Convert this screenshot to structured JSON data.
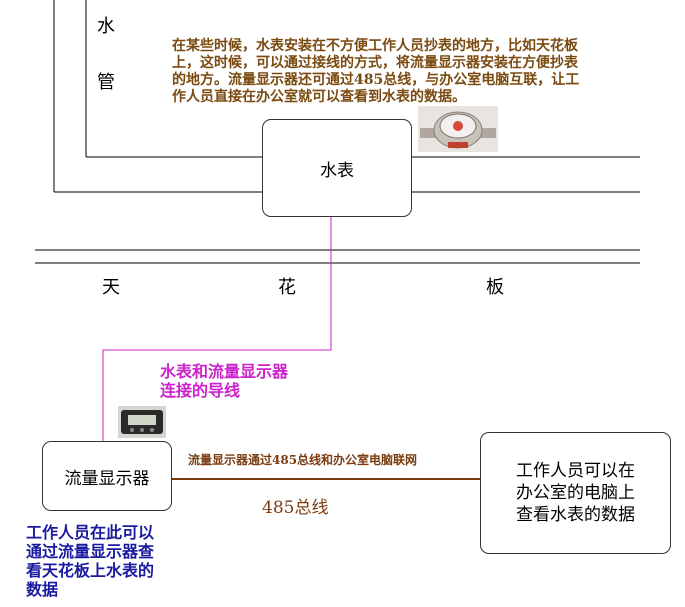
{
  "pipe": {
    "char1": "水",
    "char2": "管"
  },
  "description": "在某些时候，水表安装在不方便工作人员抄表的地方，比如天花板\n上，这时候，可以通过接线的方式，将流量显示器安装在方便抄表\n的地方。流量显示器还可通过485总线，与办公室电脑互联，让工\n作人员直接在办公室就可以查看到水表的数据。",
  "meter": {
    "label": "水表"
  },
  "ceiling": {
    "char1": "天",
    "char2": "花",
    "char3": "板"
  },
  "wire_label": "水表和流量显示器\n连接的导线",
  "display": {
    "label": "流量显示器"
  },
  "bus": {
    "top_text": "流量显示器通过485总线和办公室电脑联网",
    "label": "485总线"
  },
  "office": {
    "text": "工作人员可以在\n办公室的电脑上\n查看水表的数据"
  },
  "staff_note": "工作人员在此可以\n通过流量显示器查\n看天花板上水表的\n数据",
  "colors": {
    "wire": "#cc22cc",
    "bus": "#7a3c10",
    "description": "#7a4a10",
    "staff_note": "#1a1aa0"
  }
}
